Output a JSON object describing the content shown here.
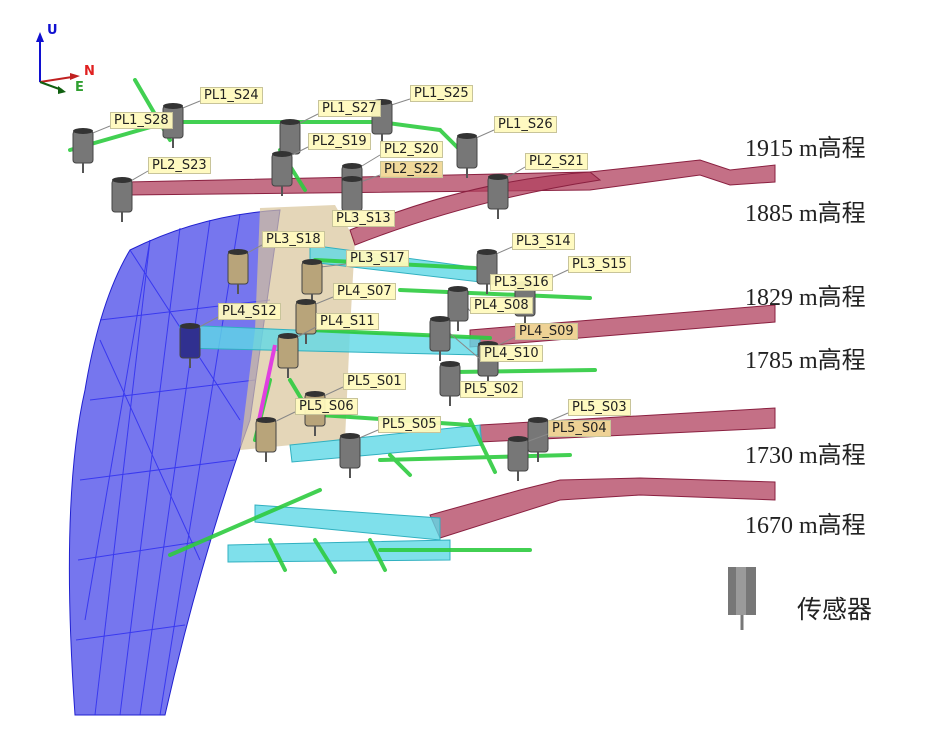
{
  "axes": {
    "up": "U",
    "north": "N",
    "east": "E"
  },
  "colors": {
    "tunnel": "#b0405e",
    "drain": "#5fd8e6",
    "bolt": "#2ecc40",
    "slope": "#3a3ae0",
    "sensor": "#7a7a7a",
    "zone": "#d8c49a"
  },
  "elevations": [
    "1915 m高程",
    "1885 m高程",
    "1829 m高程",
    "1785 m高程",
    "1730 m高程",
    "1670 m高程"
  ],
  "legend": {
    "sensor_label": "传感器"
  },
  "sensors": [
    {
      "id": "PL1_S24"
    },
    {
      "id": "PL1_S28"
    },
    {
      "id": "PL1_S27"
    },
    {
      "id": "PL1_S25"
    },
    {
      "id": "PL1_S26"
    },
    {
      "id": "PL2_S19"
    },
    {
      "id": "PL2_S20"
    },
    {
      "id": "PL2_S22"
    },
    {
      "id": "PL2_S23"
    },
    {
      "id": "PL2_S21"
    },
    {
      "id": "PL3_S13"
    },
    {
      "id": "PL3_S18"
    },
    {
      "id": "PL3_S17"
    },
    {
      "id": "PL3_S14"
    },
    {
      "id": "PL3_S15"
    },
    {
      "id": "PL3_S16"
    },
    {
      "id": "PL4_S07"
    },
    {
      "id": "PL4_S12"
    },
    {
      "id": "PL4_S11"
    },
    {
      "id": "PL4_S08"
    },
    {
      "id": "PL4_S09"
    },
    {
      "id": "PL4_S10"
    },
    {
      "id": "PL5_S01"
    },
    {
      "id": "PL5_S02"
    },
    {
      "id": "PL5_S06"
    },
    {
      "id": "PL5_S05"
    },
    {
      "id": "PL5_S03"
    },
    {
      "id": "PL5_S04"
    }
  ]
}
